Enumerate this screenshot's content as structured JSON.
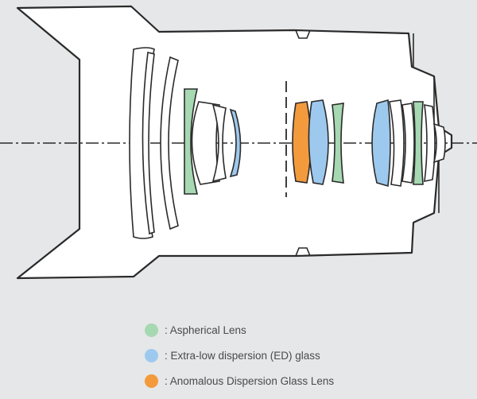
{
  "colors": {
    "aspherical": "#a6d8b2",
    "ed": "#9ec9ee",
    "anomalous": "#f39a3c",
    "outline": "#2a2a2a",
    "background": "#e6e7e9",
    "lens_body": "#ffffff"
  },
  "legend": [
    {
      "key": "aspherical",
      "label": ": Aspherical Lens"
    },
    {
      "key": "ed",
      "label": ": Extra-low dispersion (ED) glass"
    },
    {
      "key": "anomalous",
      "label": ": Anomalous Dispersion Glass Lens"
    }
  ],
  "elements": {
    "group1": [
      "plain",
      "plain",
      "plain",
      "aspherical",
      "plain",
      "plain",
      "ed"
    ],
    "group2": [
      "anomalous",
      "ed",
      "aspherical",
      "ed",
      "plain",
      "plain",
      "aspherical",
      "plain",
      "plain"
    ]
  }
}
